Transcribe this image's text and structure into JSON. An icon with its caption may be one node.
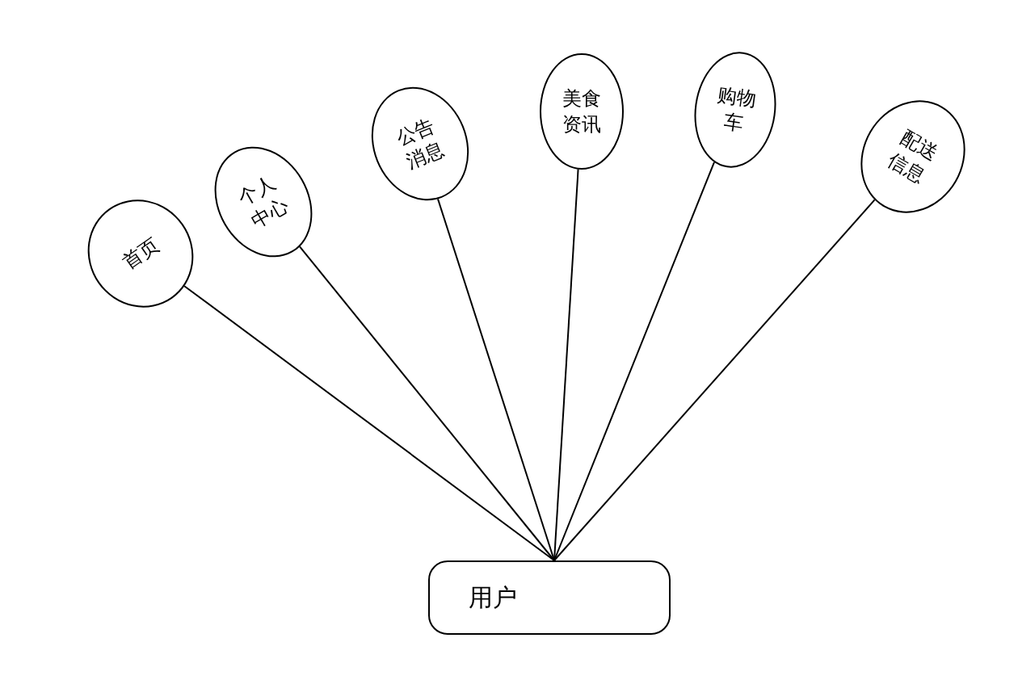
{
  "diagram": {
    "nodes": [
      {
        "text": [
          "首页"
        ]
      },
      {
        "text": [
          "个人中心"
        ]
      },
      {
        "text": [
          "公告消息"
        ]
      },
      {
        "text": [
          "美食资讯"
        ]
      },
      {
        "text": [
          "购物车"
        ]
      },
      {
        "text": [
          "配送信息"
        ]
      },
      {
        "text": [
          "用户"
        ]
      }
    ],
    "edges": [
      {
        "from": 6,
        "to": 0,
        "arrow": "none"
      },
      {
        "from": 6,
        "to": 1,
        "arrow": "none"
      },
      {
        "from": 6,
        "to": 2,
        "arrow": "none"
      },
      {
        "from": 6,
        "to": 3,
        "arrow": "none"
      },
      {
        "from": 6,
        "to": 4,
        "arrow": "none"
      },
      {
        "from": 6,
        "to": 5,
        "arrow": "none"
      }
    ]
  }
}
